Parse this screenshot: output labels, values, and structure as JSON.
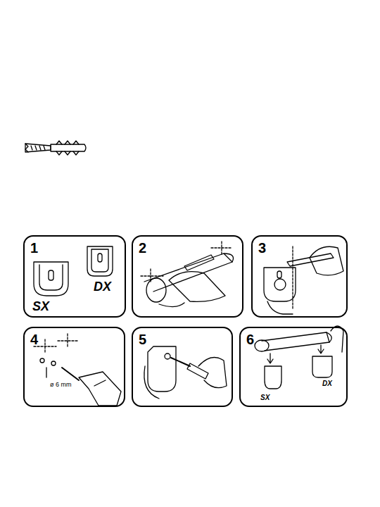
{
  "diagram": {
    "nodes": [
      {
        "text": [
          "1",
          "SX",
          "DX"
        ]
      },
      {
        "text": [
          "2"
        ]
      },
      {
        "text": [
          "3"
        ]
      },
      {
        "text": [
          "4",
          "ø 6 mm"
        ]
      },
      {
        "text": [
          "5"
        ]
      },
      {
        "text": [
          "6",
          "DX",
          "SX"
        ]
      }
    ]
  }
}
